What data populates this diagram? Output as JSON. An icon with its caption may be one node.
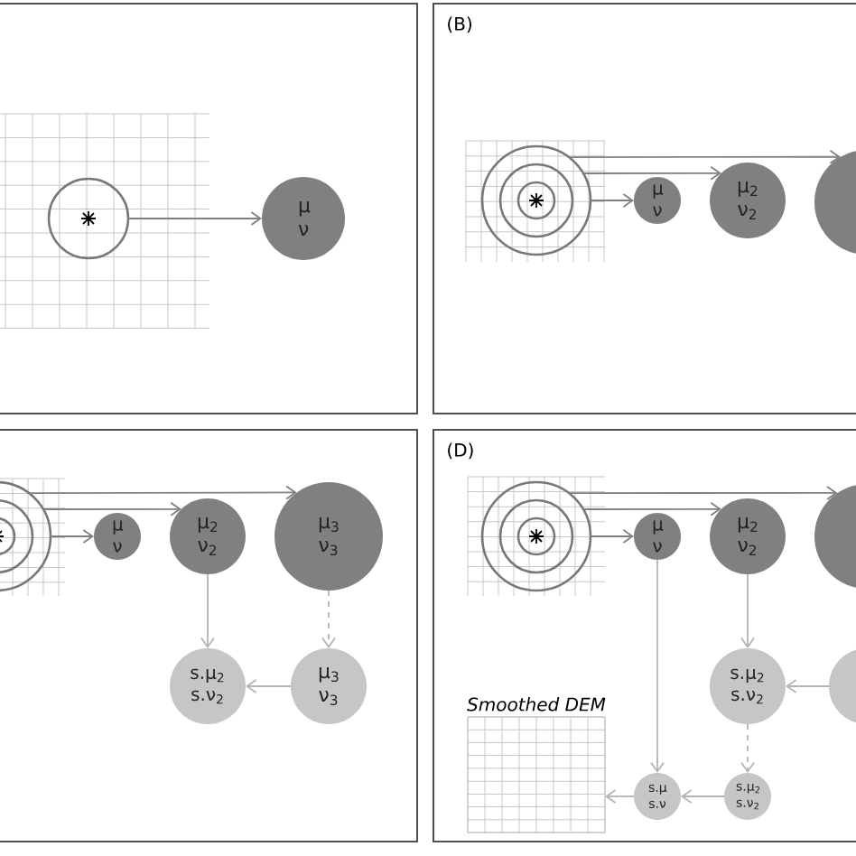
{
  "diagram": {
    "nodes": [
      {
        "text": [],
        "shape": "box"
      },
      {
        "text": [],
        "shape": "circle",
        "in": 0
      },
      {
        "text": [
          "μ ν"
        ],
        "in": 0
      },
      {
        "text": [
          "(B)"
        ]
      },
      {
        "text": [],
        "shape": "circle",
        "in": 3
      },
      {
        "text": [
          "μ ν"
        ],
        "in": 3
      },
      {
        "text": [
          "μ$_{2}$ ν$_{2}$"
        ],
        "in": 3
      },
      {
        "text": [],
        "shape": "circle"
      },
      {
        "text": [],
        "shape": "box"
      },
      {
        "text": [],
        "shape": "circle"
      },
      {
        "text": [
          "μ ν"
        ],
        "in": 8
      },
      {
        "text": [
          "μ$_{2}$ ν$_{2}$"
        ],
        "in": 8
      },
      {
        "text": [
          "μ$_{3}$ ν$_{3}$"
        ],
        "in": 8
      },
      {
        "text": [
          "s.μ$_{2}$ s.ν$_{2}$"
        ],
        "in": 8
      },
      {
        "text": [
          "μ$_{3}$ ν$_{3}$"
        ],
        "in": 8
      },
      {
        "text": [
          "(D)"
        ]
      },
      {
        "text": [],
        "shape": "circle",
        "in": 15
      },
      {
        "text": [
          "μ ν"
        ],
        "in": 15
      },
      {
        "text": [
          "μ$_{2}$ ν$_{2}$"
        ],
        "in": 15
      },
      {
        "text": [],
        "shape": "circle"
      },
      {
        "text": [
          "s.μ$_{2}$ s.ν$_{2}$"
        ],
        "in": 15
      },
      {
        "text": [],
        "shape": "circle"
      },
      {
        "text": [
          "s.μ$_{2}$ s.ν$_{2}$"
        ],
        "in": 15
      },
      {
        "text": [
          "s.μ s.ν"
        ],
        "in": 15
      },
      {
        "text": [
          "Smoothed DEM"
        ],
        "in": 15
      }
    ],
    "edges": [
      {
        "from": 1,
        "to": 2,
        "arrow": "to"
      },
      {
        "from": 4,
        "to": 5,
        "arrow": "to"
      },
      {
        "from": 4,
        "to": 6,
        "arrow": "to"
      },
      {
        "from": 4,
        "to": 7,
        "arrow": "to"
      },
      {
        "from": 9,
        "to": 10,
        "arrow": "to"
      },
      {
        "from": 9,
        "to": 11,
        "arrow": "to"
      },
      {
        "from": 9,
        "to": 12,
        "arrow": "to"
      },
      {
        "from": 11,
        "to": 13,
        "arrow": "to",
        "color": "#b4b4b4"
      },
      {
        "from": 12,
        "to": 14,
        "arrow": "to",
        "style": "dashed",
        "color": "#b4b4b4"
      },
      {
        "from": 14,
        "to": 13,
        "arrow": "to",
        "color": "#b4b4b4"
      },
      {
        "from": 16,
        "to": 17,
        "arrow": "to"
      },
      {
        "from": 16,
        "to": 18,
        "arrow": "to"
      },
      {
        "from": 16,
        "to": 19,
        "arrow": "to"
      },
      {
        "from": 18,
        "to": 20,
        "arrow": "to",
        "color": "#b4b4b4"
      },
      {
        "from": 21,
        "to": 20,
        "arrow": "to",
        "color": "#b4b4b4"
      },
      {
        "from": 20,
        "to": 22,
        "arrow": "to",
        "style": "dashed",
        "color": "#b4b4b4"
      },
      {
        "from": 17,
        "to": 23,
        "arrow": "to",
        "color": "#b4b4b4"
      },
      {
        "from": 22,
        "to": 23,
        "arrow": "to",
        "color": "#b4b4b4"
      },
      {
        "from": 23,
        "to": 24,
        "arrow": "to",
        "color": "#b4b4b4"
      }
    ]
  }
}
